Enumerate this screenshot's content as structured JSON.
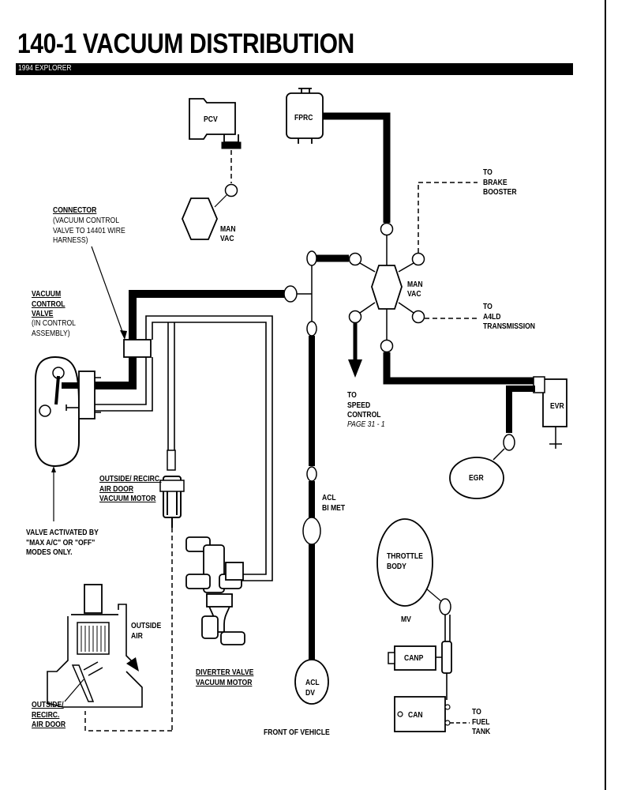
{
  "title": "140-1  VACUUM DISTRIBUTION",
  "subtitle": "1994 EXPLORER",
  "labels": {
    "pcv": "PCV",
    "fprc": "FPRC",
    "man_vac_left_1": "MAN",
    "man_vac_left_2": "VAC",
    "man_vac_center_1": "MAN",
    "man_vac_center_2": "VAC",
    "brake_booster": "TO\nBRAKE\nBOOSTER",
    "connector_title": "CONNECTOR",
    "connector_desc": "(VACUUM CONTROL\nVALVE TO 14401 WIRE\nHARNESS)",
    "vcv_title": "VACUUM\nCONTROL\nVALVE",
    "vcv_desc": "(IN CONTROL\nASSEMBLY)",
    "a4ld": "TO\nA4LD\nTRANSMISSION",
    "speed_control": "TO\nSPEED\nCONTROL",
    "speed_control_page": "PAGE 31 - 1",
    "evr": "EVR",
    "egr": "EGR",
    "acl_bimet": "ACL\nBI MET",
    "outside_recirc_motor": "OUTSIDE/ RECIRC.\nAIR DOOR\nVACUUM MOTOR",
    "valve_activated": "VALVE ACTIVATED BY\n\"MAX A/C\" OR \"OFF\"\nMODES ONLY.",
    "throttle_body": "THROTTLE\nBODY",
    "mv": "MV",
    "outside_air": "OUTSIDE\nAIR",
    "canp": "CANP",
    "diverter_valve": "DIVERTER VALVE\nVACUUM MOTOR",
    "acl_dv": "ACL\nDV",
    "outside_recirc_door": "OUTSIDE/\nRECIRC.\nAIR DOOR",
    "front_of_vehicle": "FRONT OF VEHICLE",
    "can": "CAN",
    "fuel_tank": "TO\nFUEL\nTANK"
  },
  "colors": {
    "line": "#000000",
    "background": "#ffffff"
  }
}
